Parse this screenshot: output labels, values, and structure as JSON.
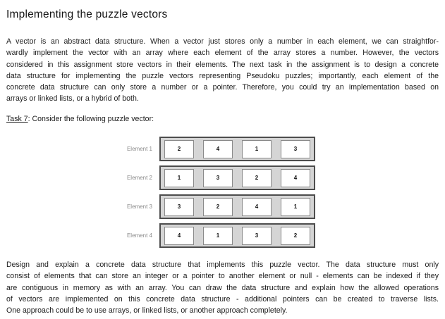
{
  "page": {
    "title": "Implementing the puzzle vectors"
  },
  "intro_paragraph": {
    "lines": [
      "A vector is an abstract data structure. When a vector just stores only a number in each element, we can straightfor-",
      "wardly implement the vector with an array where each element of the array stores a number. However, the vectors",
      "considered in this assignment store vectors in their elements. The next task in the assignment is to design a concrete",
      "data structure for implementing the puzzle vectors representing Pseudoku puzzles; importantly, each element of the",
      "concrete data structure can only store a number or a pointer. Therefore, you could try an implementation based on",
      "arrays or linked lists, or a hybrid of both."
    ]
  },
  "task": {
    "label": "Task 7",
    "text": ": Consider the following puzzle vector:"
  },
  "figure": {
    "rows": [
      {
        "label": "Element 1",
        "cells": [
          "2",
          "4",
          "1",
          "3"
        ]
      },
      {
        "label": "Element 2",
        "cells": [
          "1",
          "3",
          "2",
          "4"
        ]
      },
      {
        "label": "Element 3",
        "cells": [
          "3",
          "2",
          "4",
          "1"
        ]
      },
      {
        "label": "Element 4",
        "cells": [
          "4",
          "1",
          "3",
          "2"
        ]
      }
    ]
  },
  "closing_paragraph": {
    "lines": [
      "Design and explain a concrete data structure that implements this puzzle vector. The data structure must only",
      "consist of elements that can store an integer or a pointer to another element or null - elements can be indexed if they",
      "are contiguous in memory as with an array. You can draw the data structure and explain how the allowed operations",
      "of vectors are implemented on this concrete data structure - additional pointers can be created to traverse lists.",
      "One approach could be to use arrays, or linked lists, or another approach completely."
    ]
  },
  "colors": {
    "page_background": "#ffffff",
    "text": "#1c1c1c",
    "figure_box_fill": "#d5d5d5",
    "figure_box_border": "#4d4d4d",
    "figure_cell_fill": "#ffffff",
    "figure_cell_border": "#8a8a8a",
    "element_label_text": "#8a8a8a"
  }
}
